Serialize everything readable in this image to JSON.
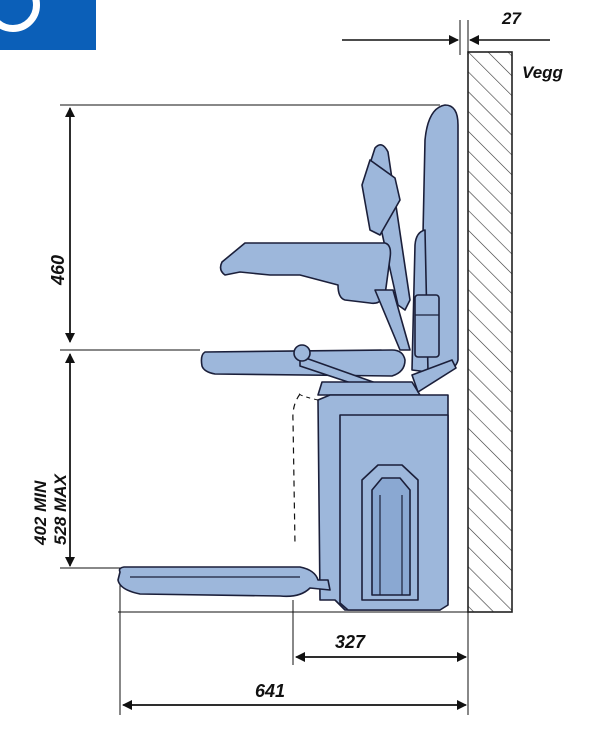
{
  "corner_badge_color": "#0b5fb8",
  "colors": {
    "chair_fill": "#9db7db",
    "outline": "#1b1f3a",
    "wall_hatch": "#333333",
    "dimension_line": "#111111"
  },
  "labels": {
    "wall": "Vegg",
    "wall_gap": "27",
    "backrest_height": "460",
    "seat_height_min": "402 MIN",
    "seat_height_max": "528 MAX",
    "depth_folded": "327",
    "depth_unfolded": "641"
  }
}
